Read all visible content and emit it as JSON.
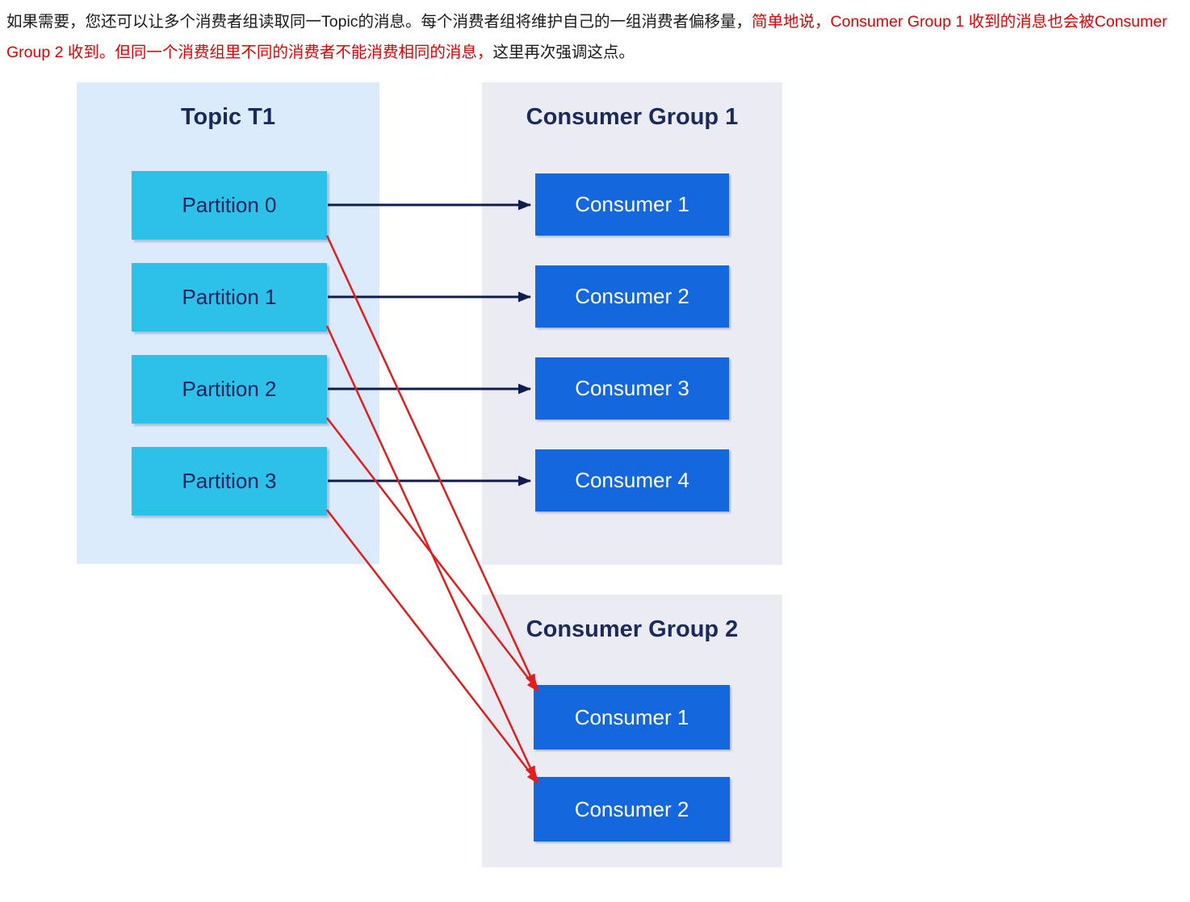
{
  "paragraph": {
    "black_part1": "如果需要，您还可以让多个消费者组读取同一Topic的消息。每个消费者组将维护自己的一组消费者偏移量，",
    "red_part": "简单地说，Consumer Group 1 收到的消息也会被Consumer Group 2 收到。但同一个消费组里不同的消费者不能消费相同的消息，",
    "black_part2": "这里再次强调这点。"
  },
  "diagram": {
    "topic_panel": {
      "title": "Topic T1",
      "partitions": [
        "Partition 0",
        "Partition 1",
        "Partition 2",
        "Partition 3"
      ]
    },
    "consumer_group_1": {
      "title": "Consumer Group 1",
      "consumers": [
        "Consumer 1",
        "Consumer 2",
        "Consumer 3",
        "Consumer 4"
      ]
    },
    "consumer_group_2": {
      "title": "Consumer Group 2",
      "consumers": [
        "Consumer 1",
        "Consumer 2"
      ]
    },
    "connections": {
      "group1": [
        {
          "from": "Partition 0",
          "to": "Consumer 1"
        },
        {
          "from": "Partition 1",
          "to": "Consumer 2"
        },
        {
          "from": "Partition 2",
          "to": "Consumer 3"
        },
        {
          "from": "Partition 3",
          "to": "Consumer 4"
        }
      ],
      "group2": [
        {
          "from": "Partition 0",
          "to": "Consumer 1"
        },
        {
          "from": "Partition 1",
          "to": "Consumer 2"
        },
        {
          "from": "Partition 2",
          "to": "Consumer 1"
        },
        {
          "from": "Partition 3",
          "to": "Consumer 2"
        }
      ]
    }
  },
  "colors": {
    "red_text": "#e00000",
    "black_text": "#1a1a1a",
    "topic_panel_bg": "#dcebfb",
    "group_panel_bg": "#ebecf3",
    "partition_bg": "#2bc1e9",
    "consumer_bg": "#1567dd",
    "title_text": "#1b2a5b",
    "arrow_navy": "#101c4e",
    "arrow_red": "#df1f1f"
  }
}
